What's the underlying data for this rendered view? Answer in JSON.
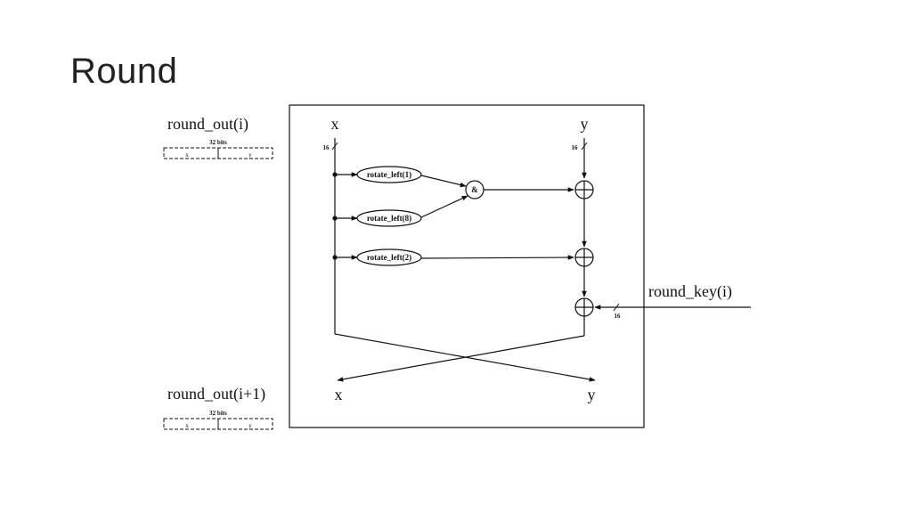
{
  "slide": {
    "title": "Round"
  },
  "diagram": {
    "labels": {
      "round_out_top": "round_out(i)",
      "round_out_bottom": "round_out(i+1)",
      "bits_label": "32 bits",
      "field_x": "x",
      "field_y": "y",
      "input_x": "x",
      "input_y": "y",
      "output_x": "x",
      "output_y": "y",
      "width_x": "16",
      "width_y": "16",
      "round_key": "round_key(i)",
      "width_key": "16"
    },
    "ops": {
      "rot1": "rotate_left(1)",
      "rot8": "rotate_left(8)",
      "rot2": "rotate_left(2)",
      "and_op": "&"
    }
  }
}
